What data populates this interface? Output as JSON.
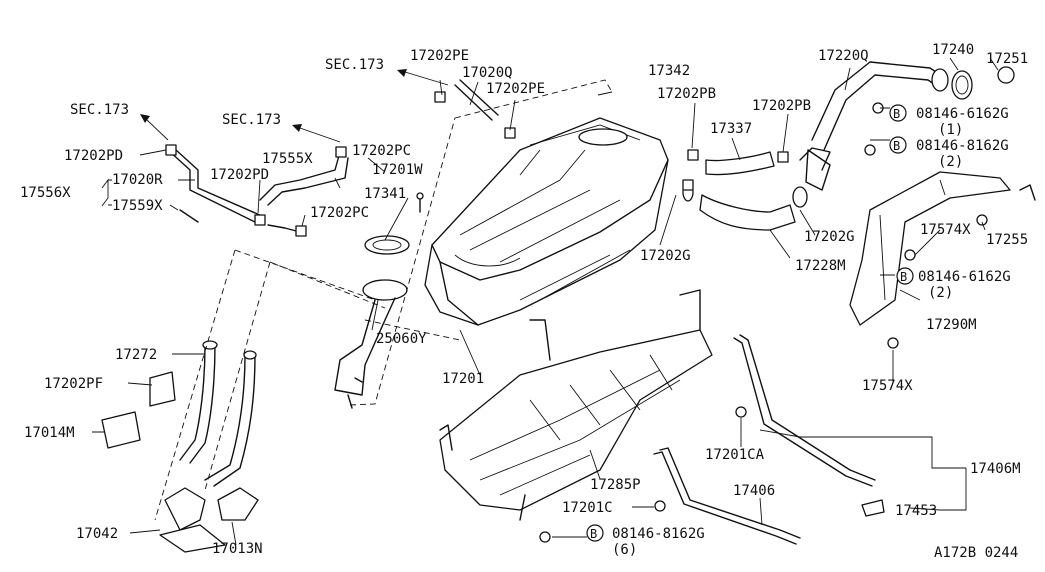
{
  "diagram": {
    "catalog_code": "A172B 0244",
    "section_refs": [
      "SEC.173",
      "SEC.173",
      "SEC.173"
    ],
    "bolt_prefix": "B",
    "parts": {
      "p17202PE": "17202PE",
      "p17020Q": "17020Q",
      "p17202PE_b": "17202PE",
      "p17342": "17342",
      "p17202PB": "17202PB",
      "p17202PB_b": "17202PB",
      "p17337": "17337",
      "p17220Q": "17220Q",
      "p17240": "17240",
      "p17251": "17251",
      "p17202PD": "17202PD",
      "p17202PC": "17202PC",
      "p17555X": "17555X",
      "p17201W": "17201W",
      "p17556X": "17556X",
      "p17020R": "17020R",
      "p17559X": "17559X",
      "p17202PD_b": "17202PD",
      "p17341": "17341",
      "p17202PC_b": "17202PC",
      "p17202G": "17202G",
      "p17202G_b": "17202G",
      "p17228M": "17228M",
      "p17574X": "17574X",
      "p17255": "17255",
      "p17290M": "17290M",
      "p17574X_b": "17574X",
      "p25060Y": "25060Y",
      "p17272": "17272",
      "p17202PF": "17202PF",
      "p17014M": "17014M",
      "p17201": "17201",
      "p17201CA": "17201CA",
      "p17406M": "17406M",
      "p17285P": "17285P",
      "p17406": "17406",
      "p17201C": "17201C",
      "p17453": "17453",
      "p17042": "17042",
      "p17013N": "17013N"
    },
    "bolts": [
      {
        "number": "08146-6162G",
        "qty": "(1)"
      },
      {
        "number": "08146-8162G",
        "qty": "(2)"
      },
      {
        "number": "08146-6162G",
        "qty": "(2)"
      },
      {
        "number": "08146-8162G",
        "qty": "(6)"
      }
    ]
  }
}
